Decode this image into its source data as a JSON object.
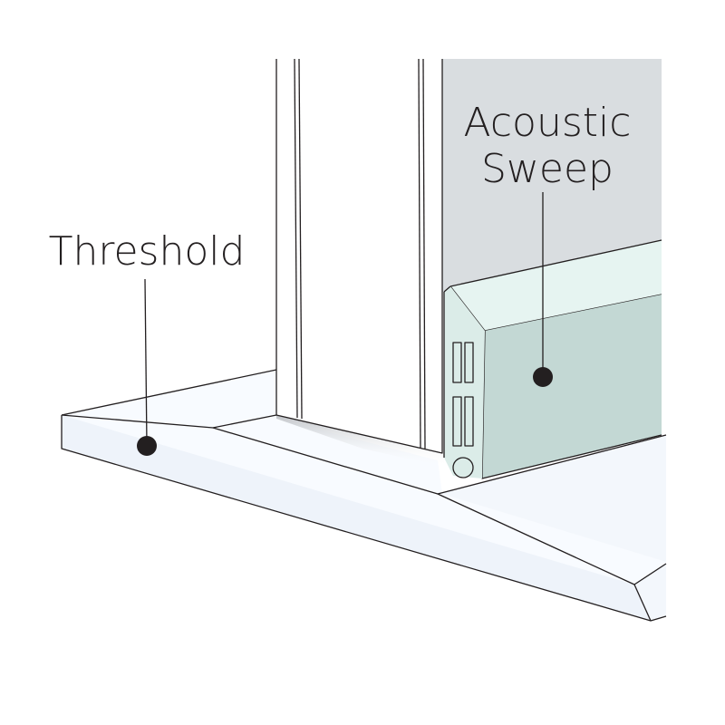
{
  "labels": {
    "sweep_line1": "Acoustic",
    "sweep_line2": "Sweep",
    "threshold": "Threshold"
  },
  "colors": {
    "ink": "#231f20",
    "threshold_face": "#f2f6fb",
    "threshold_top": "#f8fbff",
    "frame": "#ffffff",
    "wall": "#d9dde0",
    "sweep_top": "#e6f4f1",
    "sweep_face": "#c3d8d4",
    "sweep_end": "#dbece8",
    "shadow": "#c9ccd0"
  }
}
